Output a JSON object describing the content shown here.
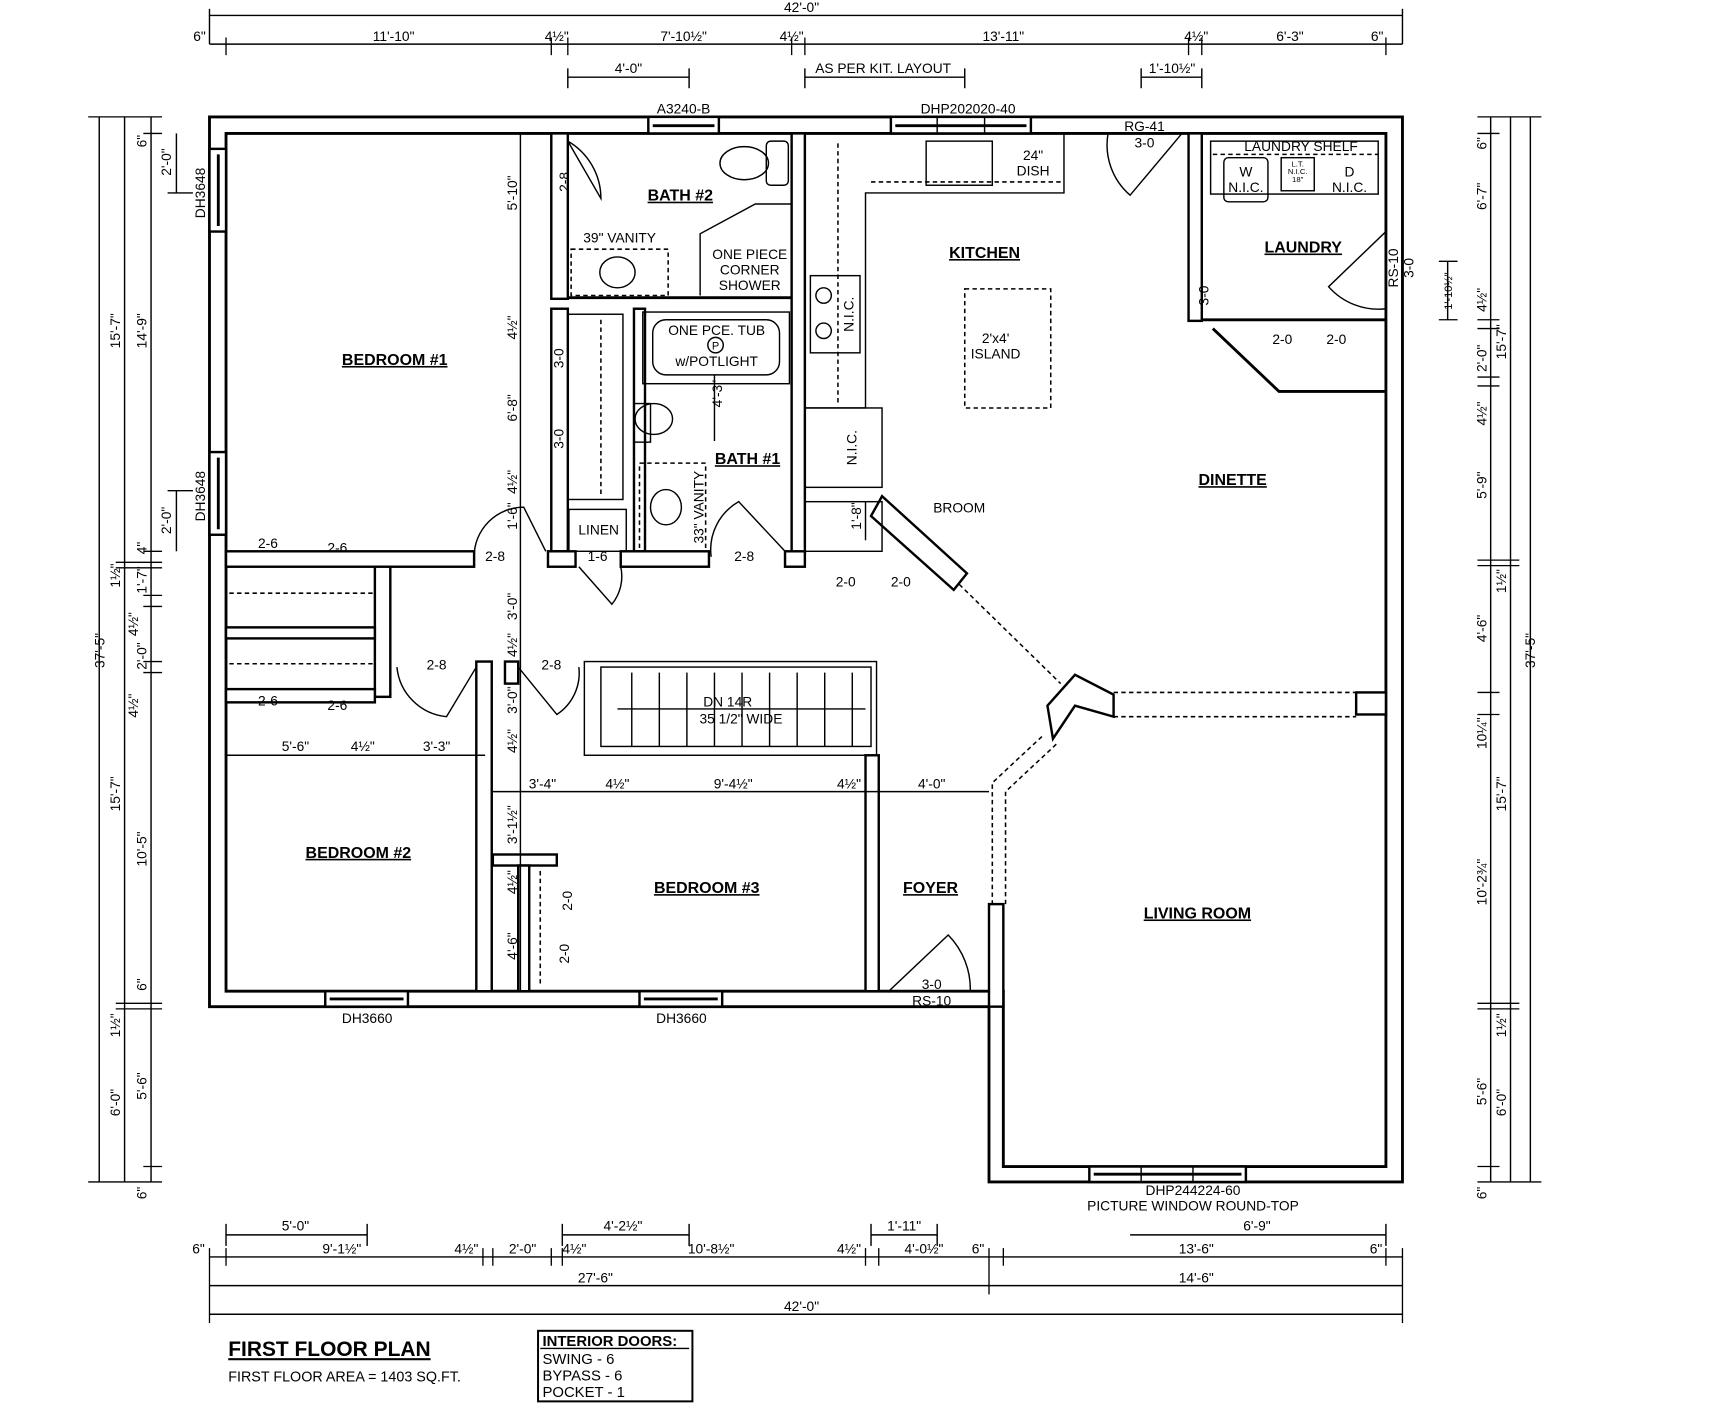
{
  "title": "FIRST FLOOR PLAN",
  "area": "FIRST FLOOR AREA = 1403 SQ.FT.",
  "interior_doors": {
    "heading": "INTERIOR DOORS:",
    "swing": "SWING - 6",
    "bypass": "BYPASS - 6",
    "pocket": "POCKET - 1"
  },
  "rooms": {
    "bedroom1": "BEDROOM #1",
    "bedroom2": "BEDROOM #2",
    "bedroom3": "BEDROOM #3",
    "bath1": "BATH #1",
    "bath2": "BATH #2",
    "kitchen": "KITCHEN",
    "laundry": "LAUNDRY",
    "dinette": "DINETTE",
    "foyer": "FOYER",
    "living": "LIVING ROOM"
  },
  "windows": {
    "bath2": "A3240-B",
    "kitchen": "DHP202020-40",
    "bed1_upper": "DH3648",
    "bed1_lower": "DH3648",
    "bed2": "DH3660",
    "bed3": "DH3660",
    "living_code": "DHP244224-60",
    "living_desc": "PICTURE WINDOW ROUND-TOP"
  },
  "fixtures": {
    "dish_1": "24\"",
    "dish_2": "DISH",
    "laundry_shelf": "LAUNDRY SHELF",
    "washer_1": "W",
    "washer_2": "N.I.C.",
    "lt_1": "L.T.",
    "lt_2": "N.I.C.",
    "lt_3": "18\"",
    "dryer_1": "D",
    "dryer_2": "N.I.C.",
    "vanity39": "39\" VANITY",
    "shower_1": "ONE PIECE",
    "shower_2": "CORNER",
    "shower_3": "SHOWER",
    "tub_1": "ONE PCE. TUB",
    "tub_2": "w/POTLIGHT",
    "potlight": "P",
    "stove_nic": "N.I.C.",
    "fridge_nic": "N.I.C.",
    "island_1": "2'x4'",
    "island_2": "ISLAND",
    "broom": "BROOM",
    "vanity33": "33\" VANITY",
    "linen": "LINEN",
    "stairs_1": "DN 14R",
    "stairs_2": "35 1/2\" WIDE"
  },
  "doors": {
    "rg41_1": "RG-41",
    "rg41_2": "3-0",
    "rs10_laundry_1": "RS-10",
    "rs10_laundry_2": "3-0",
    "laundry_3_0": "3-0",
    "laundry_closet_a": "2-0",
    "laundry_closet_b": "2-0",
    "bath2": "2-8",
    "closet_a": "3-0",
    "closet_b": "3-0",
    "bed1_closet_a": "2-6",
    "bed1_closet_b": "2-6",
    "bed1": "2-8",
    "bath1": "2-8",
    "linen": "1-6",
    "pantry_a": "2-0",
    "pantry_b": "2-0",
    "bed2_closet_a": "2-6",
    "bed2_closet_b": "2-6",
    "bed2": "2-8",
    "bed3": "2-8",
    "bed3_closet_a": "2-0",
    "bed3_closet_b": "2-0",
    "front_1": "3-0",
    "front_2": "RS-10"
  },
  "dims": {
    "top": [
      "42'-0\"",
      "6\"",
      "11'-10\"",
      "4½\"",
      "7'-10½\"",
      "4½\"",
      "13'-11\"",
      "4½\"",
      "6'-3\"",
      "6\"",
      "4'-0\"",
      "AS PER KIT. LAYOUT",
      "1'-10½\""
    ],
    "bottom": [
      "5'-0\"",
      "4'-2½\"",
      "1'-11\"",
      "6'-9\"",
      "6\"",
      "9'-1½\"",
      "4½\"",
      "2'-0\"",
      "4½\"",
      "10'-8½\"",
      "4½\"",
      "4'-0½\"",
      "6\"",
      "13'-6\"",
      "6\"",
      "27'-6\"",
      "14'-6\"",
      "42'-0\""
    ],
    "left": [
      "37'-5\"",
      "15'-7\"",
      "1½\"",
      "15'-7\"",
      "1½\"",
      "6'-0\"",
      "6\"",
      "14'-9\"",
      "4\"",
      "1'-7\"",
      "4½\"",
      "2'-0\"",
      "4½\"",
      "10'-5\"",
      "6\"",
      "5'-6\"",
      "6\"",
      "2'-0\"",
      "2'-0\""
    ],
    "right": [
      "6\"",
      "6'-7\"",
      "4½\"",
      "2'-0\"",
      "4½\"",
      "5'-9\"",
      "4'-6\"",
      "10¼\"",
      "10'-2¾\"",
      "5'-6\"",
      "6\"",
      "15'-7\"",
      "1½\"",
      "15'-7\"",
      "1½\"",
      "6'-0\"",
      "37'-5\"",
      "1'-10½\""
    ],
    "interior": [
      "5'-10\"",
      "4½\"",
      "6'-8\"",
      "4½\"",
      "1'-6\"",
      "3'-0\"",
      "4½\"",
      "3'-0\"",
      "4½\"",
      "5'-6\"",
      "4½\"",
      "3'-3\"",
      "3'-4\"",
      "4½\"",
      "9'-4½\"",
      "4½\"",
      "4'-0\"",
      "3'-1½\"",
      "4½\"",
      "4'-6\"",
      "4'-3\"",
      "1'-8\""
    ]
  }
}
